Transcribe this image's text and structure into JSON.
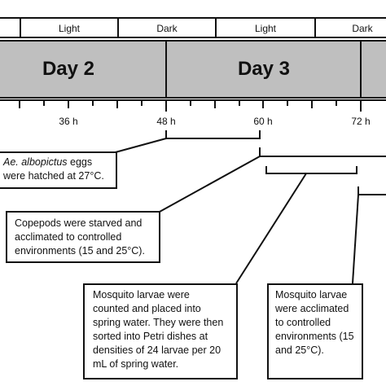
{
  "phases": [
    "Light",
    "Dark",
    "Light",
    "Dark"
  ],
  "days": [
    "Day 2",
    "Day 3"
  ],
  "ticks": [
    "36 h",
    "48 h",
    "60 h",
    "72 h"
  ],
  "notes": {
    "hatch": {
      "species": "Ae. albopictus",
      "line1_end": " eggs",
      "line2": "were hatched  at 27°C."
    },
    "copepods": "Copepods were starved and acclimated to controlled environments (15 and 25°C).",
    "larvae_sort": "Mosquito larvae were counted and placed into spring water. They were then sorted into Petri dishes at densities of 24 larvae per 20 mL of spring water.",
    "larvae_acclim": "Mosquito larvae were acclimated to controlled environments (15 and 25°C)."
  }
}
